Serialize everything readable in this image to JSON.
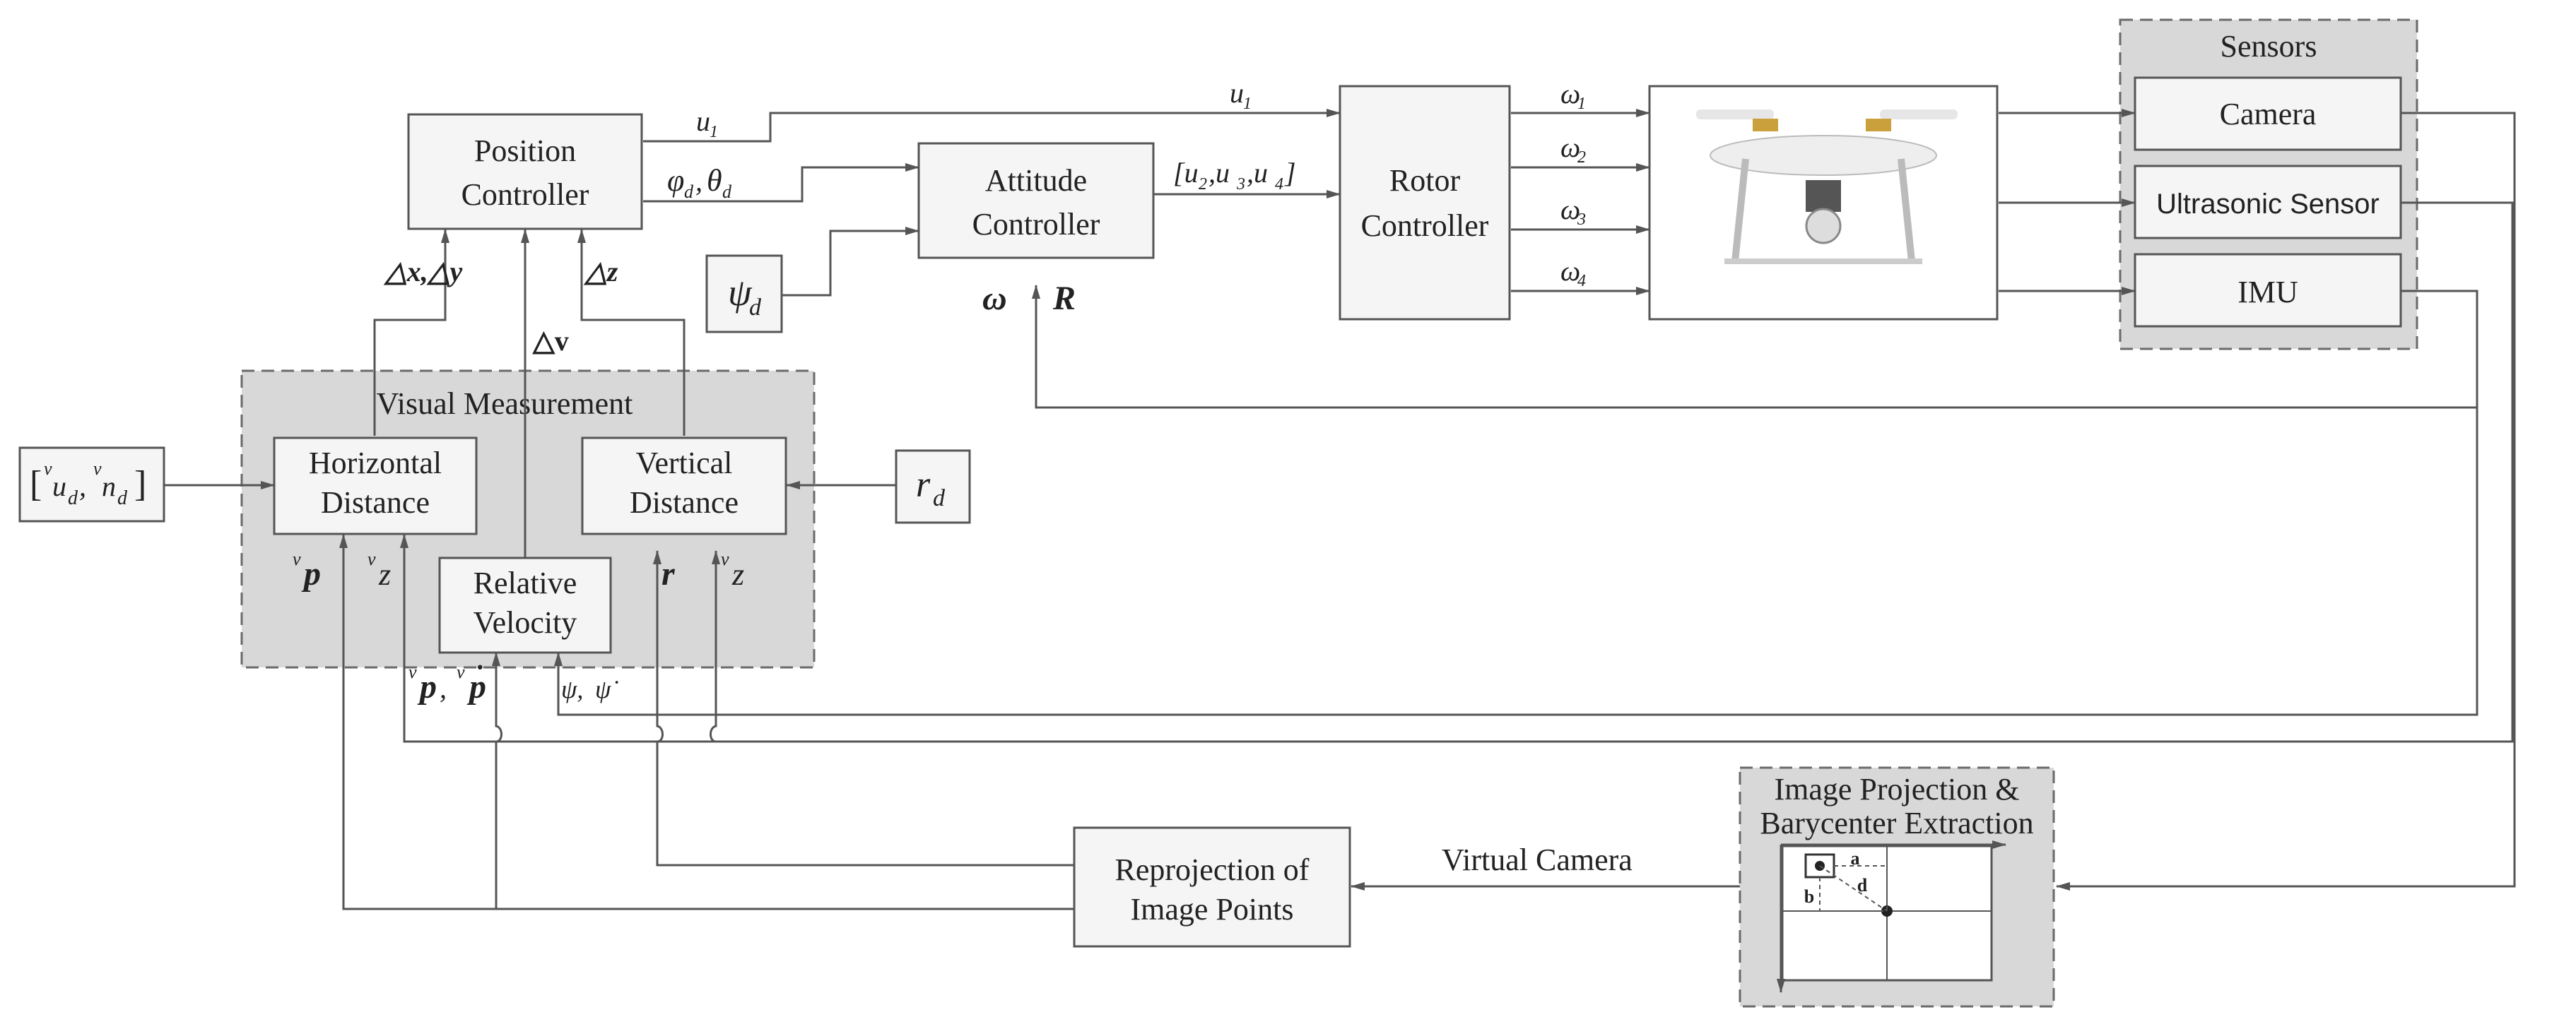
{
  "blocks": {
    "position_controller": [
      "Position",
      "Controller"
    ],
    "attitude_controller": [
      "Attitude",
      "Controller"
    ],
    "rotor_controller": [
      "Rotor",
      "Controller"
    ],
    "horizontal_distance": [
      "Horizontal",
      "Distance"
    ],
    "vertical_distance": [
      "Vertical",
      "Distance"
    ],
    "relative_velocity": [
      "Relative",
      "Velocity"
    ],
    "reprojection": [
      "Reprojection of",
      "Image Points"
    ],
    "camera": "Camera",
    "ultrasonic": "Ultrasonic Sensor",
    "imu": "IMU"
  },
  "groups": {
    "sensors": "Sensors",
    "visual": "Visual Measurement",
    "projection": [
      "Image Projection &",
      "Barycenter Extraction"
    ]
  },
  "signals": {
    "u1_a": "u",
    "u1_b": "u",
    "u1_sub": "1",
    "phi_theta": "φ",
    "phi_sub": "d",
    "theta": "θ",
    "theta_sub": "d",
    "u234": "[u",
    "omega1": "ω",
    "omega2": "ω",
    "omega3": "ω",
    "omega4": "ω",
    "psi_d": "ψ",
    "psi_sub": "d",
    "omega_bold": "ω",
    "r_bold": "R",
    "dx_dy": "△x,△y",
    "dv": "△v",
    "dz": "△z",
    "ud_nd": "[",
    "rd": "r",
    "rd_sub": "d",
    "vp": "p",
    "vz_left": "z",
    "vz_right": "z",
    "r_sig": "r",
    "vp_dot": "p",
    "psi_psidot": "ψ,",
    "virtual_camera": "Virtual Camera",
    "v_sup": "v"
  },
  "image_labels": {
    "a": "a",
    "b": "b",
    "d": "d"
  },
  "icons": {
    "drone": "quadcopter-drone-photo-icon"
  }
}
